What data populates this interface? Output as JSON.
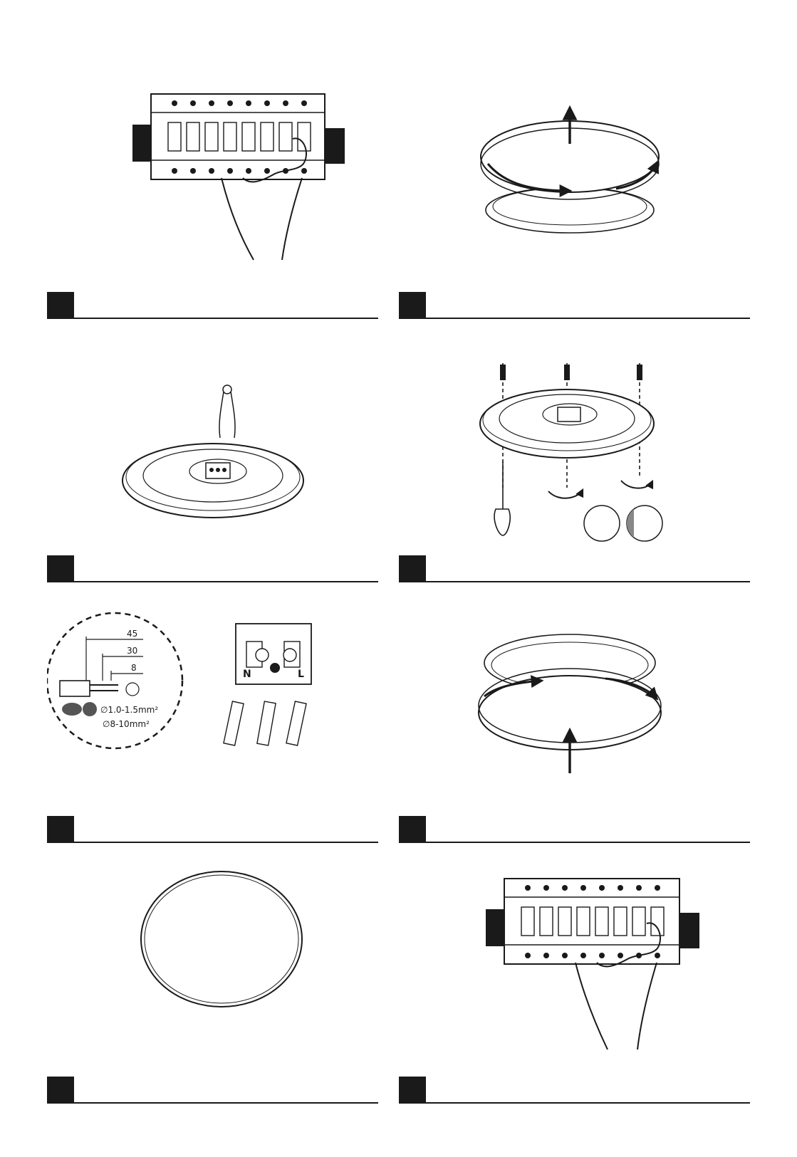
{
  "colors": {
    "ink": "#1a1a1a",
    "paper": "#ffffff",
    "gray": "#777777"
  },
  "wiring": {
    "strip_lengths": [
      "45",
      "30",
      "8"
    ],
    "wire_section": "∅1.0-1.5mm²",
    "cable_diameter": "∅8-10mm²",
    "terminal_neutral": "N",
    "terminal_live": "L"
  },
  "steps": [
    {
      "icon": "circuit-breaker-off"
    },
    {
      "icon": "remove-cover"
    },
    {
      "icon": "base-with-cable"
    },
    {
      "icon": "drill-and-screw-base"
    },
    {
      "icon": "wiring-diagram"
    },
    {
      "icon": "attach-cover"
    },
    {
      "icon": "finished-lamp"
    },
    {
      "icon": "circuit-breaker-on"
    }
  ]
}
